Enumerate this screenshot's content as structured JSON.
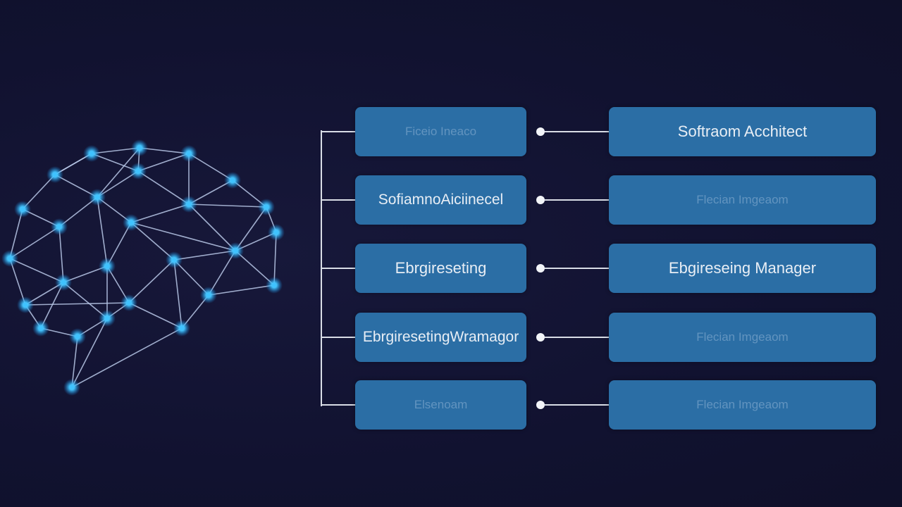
{
  "diagram": {
    "left_boxes": [
      {
        "lines": [
          "Ficeio Ineaco"
        ],
        "emphasis": "faint"
      },
      {
        "lines": [
          "Sofiamno",
          "Aiciinecel"
        ],
        "emphasis": "bright"
      },
      {
        "lines": [
          "Ebrgireseting"
        ],
        "emphasis": "bright"
      },
      {
        "lines": [
          "Ebrgireseting",
          "Wramagor"
        ],
        "emphasis": "bright"
      },
      {
        "lines": [
          "Elsenoam"
        ],
        "emphasis": "faint"
      }
    ],
    "right_boxes": [
      {
        "lines": [
          "Softraom Acchitect"
        ],
        "emphasis": "bright"
      },
      {
        "lines": [
          "Flecian Imgeaom"
        ],
        "emphasis": "faint"
      },
      {
        "lines": [
          "Ebgireseing Manager"
        ],
        "emphasis": "bright"
      },
      {
        "lines": [
          "Flecian Imgeaom"
        ],
        "emphasis": "faint"
      },
      {
        "lines": [
          "Flecian Imgeaom"
        ],
        "emphasis": "faint"
      }
    ]
  },
  "colors": {
    "background": "#12132e",
    "box_fill": "#2b6ea5",
    "connector": "#d9dde6",
    "brain_line": "#b9c8e8",
    "brain_node": "#3fc3ff"
  }
}
